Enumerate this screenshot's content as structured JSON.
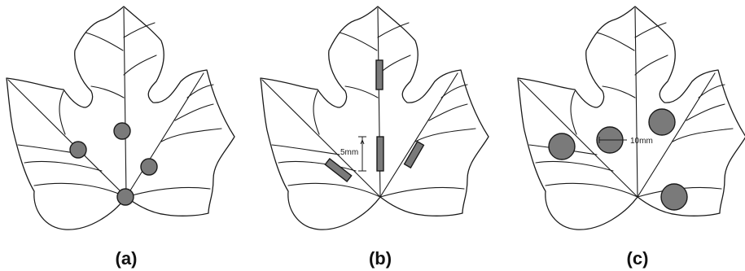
{
  "panels": [
    {
      "id": "a",
      "caption": "(a)"
    },
    {
      "id": "b",
      "caption": "(b)",
      "dimension_label": "5mm"
    },
    {
      "id": "c",
      "caption": "(c)",
      "dimension_label": "10mm"
    }
  ],
  "colors": {
    "outline": "#1a1a1a",
    "lesion_fill": "#7a7a7a",
    "background": "#ffffff"
  }
}
